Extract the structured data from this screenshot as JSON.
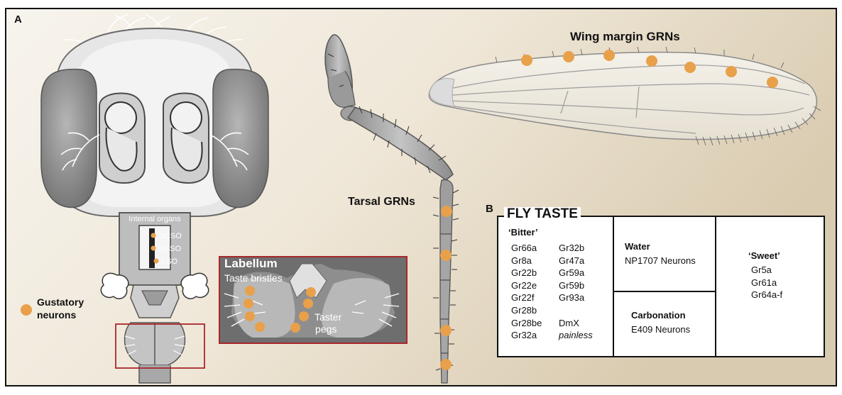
{
  "panel_a": {
    "label": "A",
    "wing_label": "Wing margin GRNs",
    "tarsal_label": "Tarsal GRNs",
    "internal_organs_label": "Internal organs",
    "organ_labels": [
      "DCSO",
      "VCSO",
      "LSO"
    ],
    "labellum_title": "Labellum",
    "taste_bristles_label": "Taste bristles",
    "taste_pegs_label": [
      "Taster",
      "pegs"
    ],
    "legend_label": [
      "Gustatory",
      "neurons"
    ]
  },
  "panel_b": {
    "label": "B",
    "title": "FLY TASTE",
    "bitter": {
      "title": "‘Bitter’",
      "col1": [
        "Gr66a",
        "Gr8a",
        "Gr22b",
        "Gr22e",
        "Gr22f",
        "Gr28b",
        "Gr28be",
        "Gr32a"
      ],
      "col2": [
        "Gr32b",
        "Gr47a",
        "Gr59a",
        "Gr59b",
        "Gr93a",
        "",
        "DmX",
        "painless"
      ]
    },
    "water": {
      "title": "Water",
      "item": "NP1707 Neurons"
    },
    "carbonation": {
      "title": "Carbonation",
      "item": "E409 Neurons"
    },
    "sweet": {
      "title": "‘Sweet’",
      "items": [
        "Gr5a",
        "Gr61a",
        "Gr64a-f"
      ]
    }
  },
  "colors": {
    "neuron": "#e8a04a",
    "labellum_box": "#a8272c",
    "background_light": "#f6f3ec",
    "background_tan": "#ddd0b6"
  }
}
